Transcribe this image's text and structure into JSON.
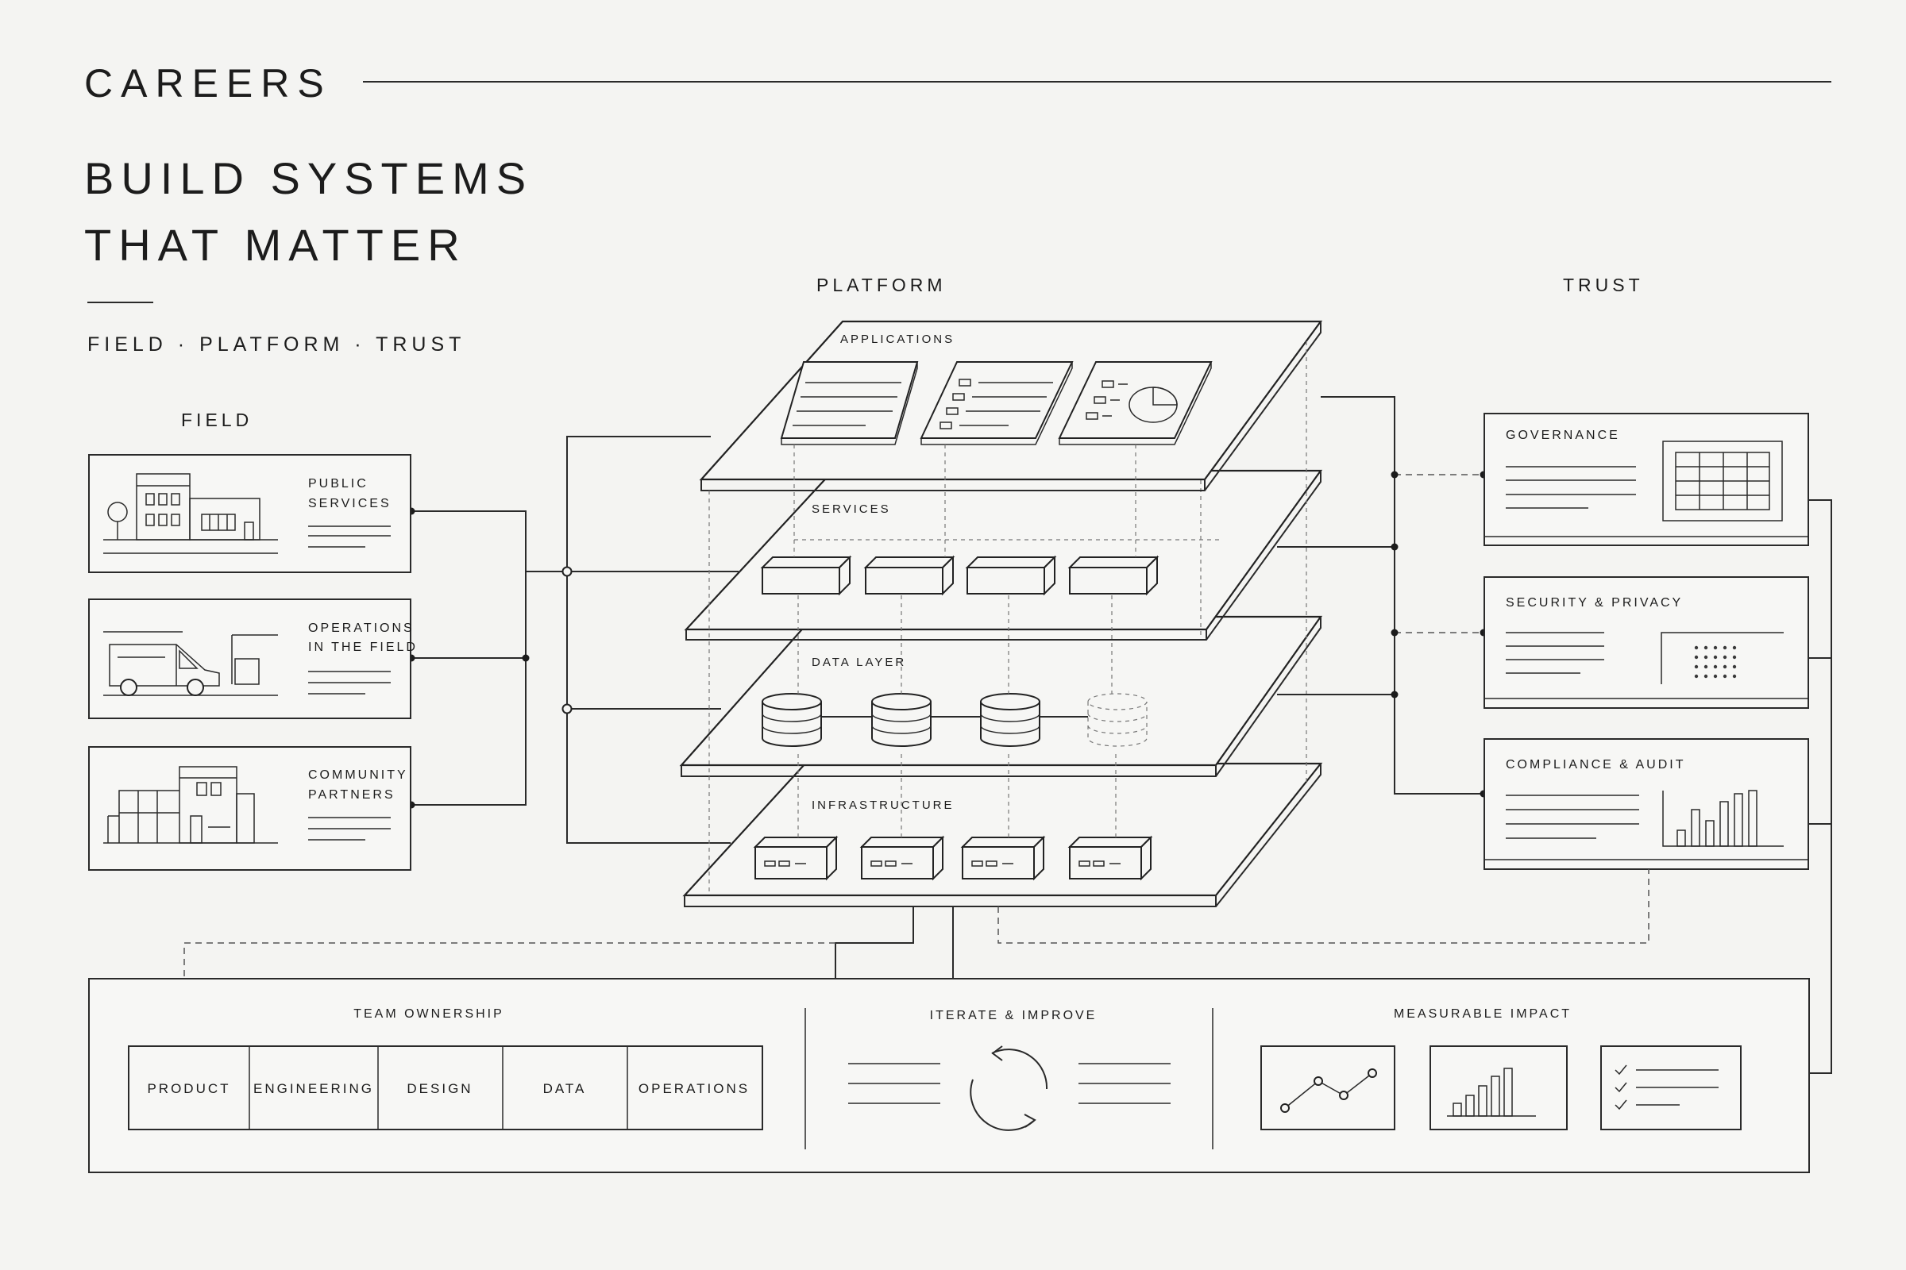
{
  "header": {
    "eyebrow": "CAREERS",
    "headline_line1": "BUILD SYSTEMS",
    "headline_line2": "THAT MATTER",
    "tagline": "FIELD · PLATFORM · TRUST"
  },
  "columns": {
    "field": "FIELD",
    "platform": "PLATFORM",
    "trust": "TRUST"
  },
  "field_cards": [
    {
      "line1": "PUBLIC",
      "line2": "SERVICES",
      "icon": "building-icon"
    },
    {
      "line1": "OPERATIONS",
      "line2": "IN THE FIELD",
      "icon": "van-icon"
    },
    {
      "line1": "COMMUNITY",
      "line2": "PARTNERS",
      "icon": "storefront-icon"
    }
  ],
  "platform_layers": [
    {
      "label": "APPLICATIONS"
    },
    {
      "label": "SERVICES"
    },
    {
      "label": "DATA LAYER"
    },
    {
      "label": "INFRASTRUCTURE"
    }
  ],
  "trust_cards": [
    {
      "label": "GOVERNANCE",
      "icon": "table-grid-icon"
    },
    {
      "label": "SECURITY & PRIVACY",
      "icon": "dot-matrix-icon"
    },
    {
      "label": "COMPLIANCE & AUDIT",
      "icon": "bar-chart-icon"
    }
  ],
  "bottom": {
    "team_ownership": {
      "title": "TEAM OWNERSHIP",
      "cells": [
        "PRODUCT",
        "ENGINEERING",
        "DESIGN",
        "DATA",
        "OPERATIONS"
      ]
    },
    "iterate": {
      "title": "ITERATE & IMPROVE",
      "icon": "cycle-arrows-icon"
    },
    "impact": {
      "title": "MEASURABLE IMPACT",
      "icons": [
        "line-chart-icon",
        "bar-chart-icon",
        "checklist-icon"
      ]
    }
  },
  "colors": {
    "ink": "#1c1c1c",
    "paper": "#f4f4f2"
  }
}
